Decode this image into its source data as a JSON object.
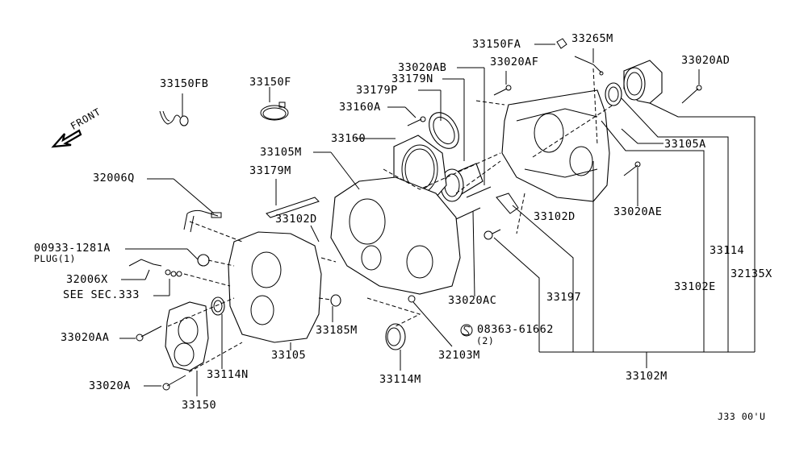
{
  "diagram": {
    "title": "Transfer case housing parts diagram",
    "direction_label": "FRONT",
    "footer_code": "J33 00'U",
    "parts": [
      {
        "id": "33150FB",
        "label": "33150FB"
      },
      {
        "id": "33150F",
        "label": "33150F"
      },
      {
        "id": "33150FA",
        "label": "33150FA"
      },
      {
        "id": "33265M",
        "label": "33265M"
      },
      {
        "id": "33020AB",
        "label": "33020AB"
      },
      {
        "id": "33020AF",
        "label": "33020AF"
      },
      {
        "id": "33020AD",
        "label": "33020AD"
      },
      {
        "id": "33179N",
        "label": "33179N"
      },
      {
        "id": "33179P",
        "label": "33179P"
      },
      {
        "id": "33160A",
        "label": "33160A"
      },
      {
        "id": "33160",
        "label": "33160"
      },
      {
        "id": "33105M",
        "label": "33105M"
      },
      {
        "id": "33179M",
        "label": "33179M"
      },
      {
        "id": "33105A",
        "label": "33105A"
      },
      {
        "id": "32006Q",
        "label": "32006Q"
      },
      {
        "id": "33102D_left",
        "label": "33102D"
      },
      {
        "id": "33102D_right",
        "label": "33102D"
      },
      {
        "id": "33020AE",
        "label": "33020AE"
      },
      {
        "id": "00933-1281A",
        "label": "00933-1281A",
        "note": "PLUG(1)"
      },
      {
        "id": "32006X",
        "label": "32006X"
      },
      {
        "id": "see_sec_333",
        "label": "SEE SEC.333"
      },
      {
        "id": "33114",
        "label": "33114"
      },
      {
        "id": "32135X",
        "label": "32135X"
      },
      {
        "id": "33102E",
        "label": "33102E"
      },
      {
        "id": "33020AC",
        "label": "33020AC"
      },
      {
        "id": "33197",
        "label": "33197"
      },
      {
        "id": "33020AA",
        "label": "33020AA"
      },
      {
        "id": "33185M",
        "label": "33185M"
      },
      {
        "id": "33105",
        "label": "33105"
      },
      {
        "id": "32103M",
        "label": "32103M"
      },
      {
        "id": "08363-61662",
        "label": "08363-61662",
        "note": "(2)",
        "symbol": "S-circle"
      },
      {
        "id": "33114N",
        "label": "33114N"
      },
      {
        "id": "33114M",
        "label": "33114M"
      },
      {
        "id": "33020A",
        "label": "33020A"
      },
      {
        "id": "33150",
        "label": "33150"
      },
      {
        "id": "33102M",
        "label": "33102M"
      }
    ]
  }
}
